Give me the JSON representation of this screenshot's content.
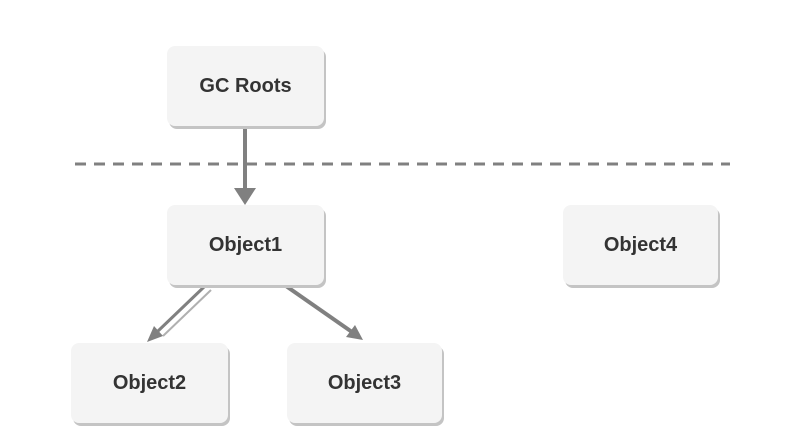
{
  "nodes": {
    "gc_roots": "GC Roots",
    "object1": "Object1",
    "object2": "Object2",
    "object3": "Object3",
    "object4": "Object4"
  },
  "colors": {
    "node_fill": "#f4f4f4",
    "node_shadow": "#c4c4c4",
    "text": "#333333",
    "edge": "#808080",
    "divider": "#808080"
  }
}
